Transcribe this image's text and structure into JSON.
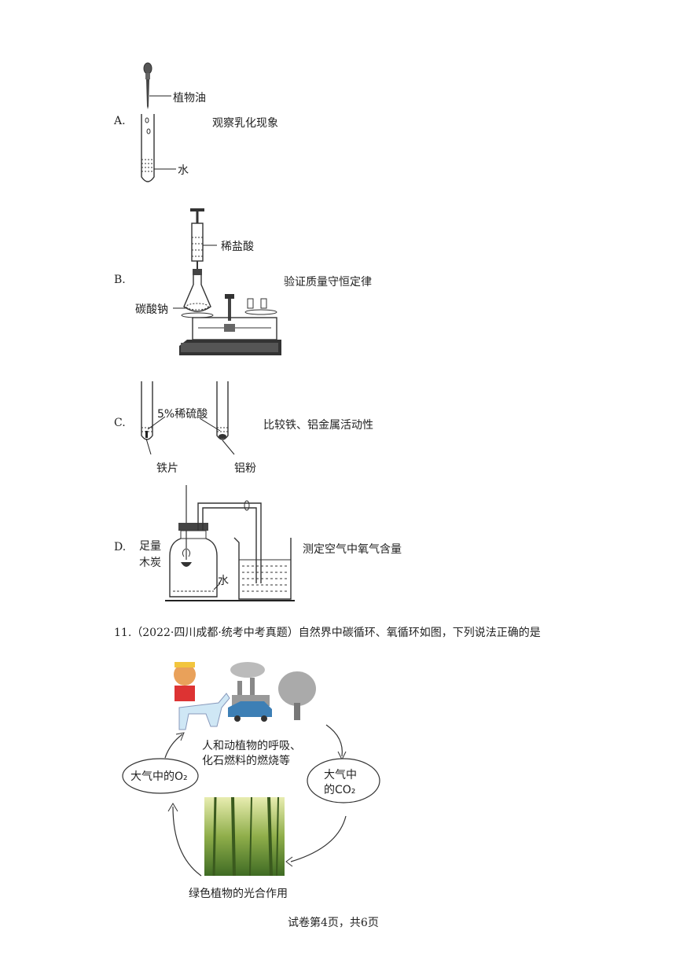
{
  "options": [
    {
      "letter": "A.",
      "caption": "观察乳化现象",
      "labels": {
        "dropper": "植物油",
        "liquid": "水"
      }
    },
    {
      "letter": "B.",
      "caption": "验证质量守恒定律",
      "labels": {
        "syringe": "稀盐酸",
        "solid": "碳酸钠"
      }
    },
    {
      "letter": "C.",
      "caption": "比较铁、铝金属活动性",
      "labels": {
        "acid": "5%稀硫酸",
        "iron": "铁片",
        "aluminum": "铝粉"
      }
    },
    {
      "letter": "D.",
      "caption": "测定空气中氧气含量",
      "labels": {
        "fuel_line1": "足量",
        "fuel_line2": "木炭",
        "water": "水"
      }
    }
  ],
  "question": {
    "number": "11.",
    "source": "（2022·四川成都·统考中考真题）",
    "text": "自然界中碳循环、氧循环如图，下列说法正确的是"
  },
  "cycle": {
    "top_line1": "人和动植物的呼吸、",
    "top_line2": "化石燃料的燃烧等",
    "left_node": "大气中的O₂",
    "right_node_line1": "大气中",
    "right_node_line2": "的CO₂",
    "bottom": "绿色植物的光合作用"
  },
  "footer": "试卷第4页，共6页"
}
